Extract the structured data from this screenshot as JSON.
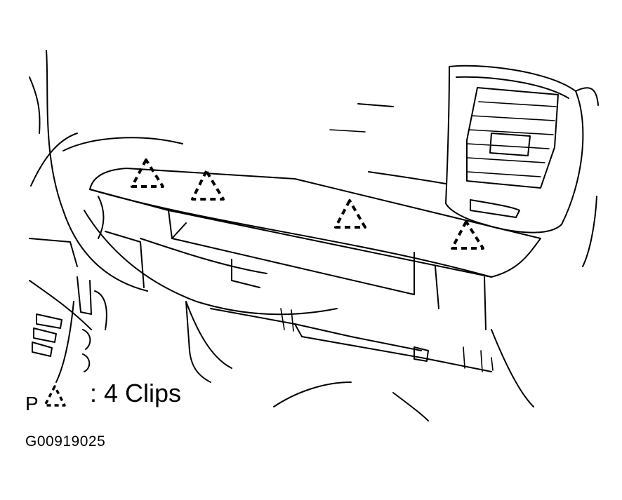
{
  "legend": {
    "marker": "P",
    "symbol": "dashed-triangle-icon",
    "text": ":  4 Clips"
  },
  "figure_code": "G00919025",
  "clips": {
    "count": 4
  }
}
